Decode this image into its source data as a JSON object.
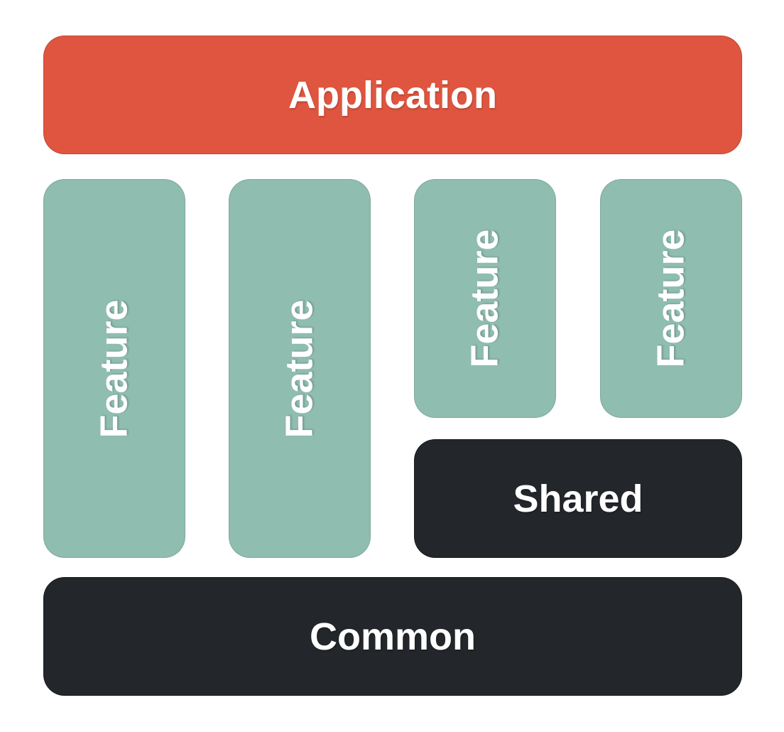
{
  "diagram": {
    "boxes": {
      "application": {
        "label": "Application",
        "color": "#e0553f"
      },
      "features": [
        {
          "label": "Feature"
        },
        {
          "label": "Feature"
        },
        {
          "label": "Feature"
        },
        {
          "label": "Feature"
        }
      ],
      "shared": {
        "label": "Shared",
        "color": "#23262a"
      },
      "common": {
        "label": "Common",
        "color": "#23262a"
      }
    },
    "palette": {
      "application_red": "#e0553f",
      "feature_teal": "#8fbdb0",
      "dark": "#23262a",
      "label_text": "#ffffff",
      "background": "#ffffff"
    }
  }
}
